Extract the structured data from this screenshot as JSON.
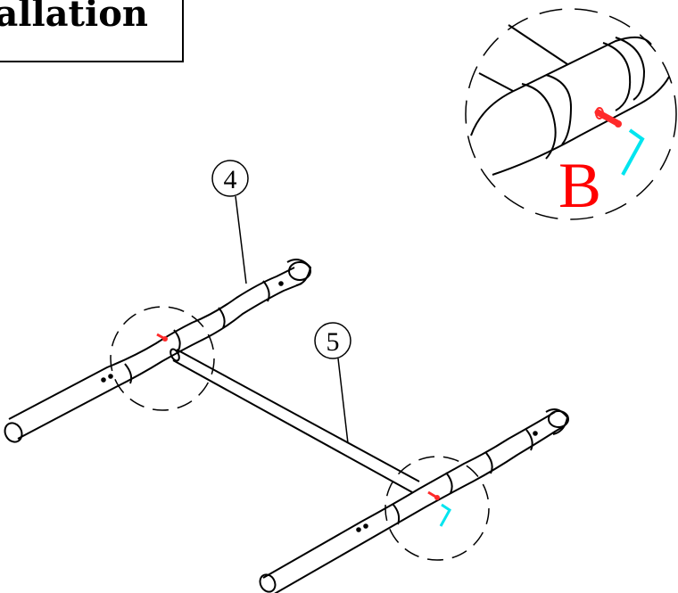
{
  "title": "allation",
  "callouts": {
    "part_4": "4",
    "part_5": "5"
  },
  "detail": {
    "label": "B"
  },
  "colors": {
    "line": "#000000",
    "bolt": "#ff2a2a",
    "allen_key": "#00e5ef",
    "detail_label": "#ff0000"
  },
  "icons": {
    "bolt": "bolt-icon",
    "allen_key": "allen-key-icon"
  }
}
